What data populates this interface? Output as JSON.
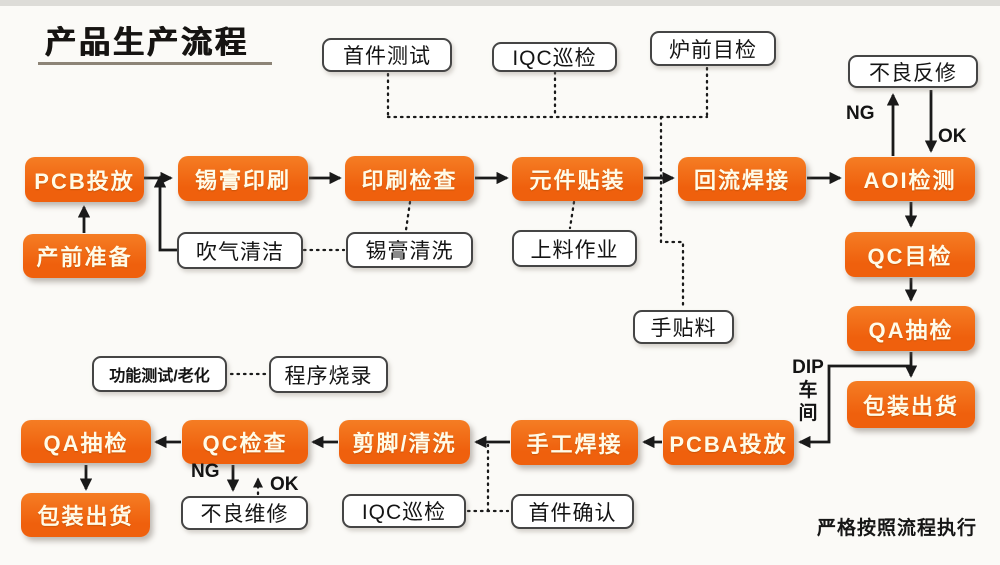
{
  "title": "产品生产流程",
  "footer": "严格按照流程执行",
  "colors": {
    "accent_orange": "#ef600d",
    "box_text_cream": "#fffbe8",
    "white_box_border": "#454545",
    "line": "#1a1a1a",
    "title_rule": "#8d8477"
  },
  "annotations": {
    "ng_top": "NG",
    "ok_top": "OK",
    "ng_bottom": "NG",
    "ok_bottom": "OK",
    "dip_workshop": [
      "DIP",
      "车",
      "间"
    ]
  },
  "nodes": {
    "pcb_feed": "PCB投放",
    "paste_print": "锡膏印刷",
    "print_check": "印刷检查",
    "comp_mount": "元件贴装",
    "reflow": "回流焊接",
    "aoi": "AOI检测",
    "pre_prod": "产前准备",
    "blow_clean": "吹气清洁",
    "paste_wash": "锡膏清洗",
    "loading": "上料作业",
    "hand_place": "手贴料",
    "first_test": "首件测试",
    "iqc_top": "IQC巡检",
    "furnace_visual": "炉前目检",
    "rework": "不良反修",
    "qc_visual": "QC目检",
    "qa_top": "QA抽检",
    "pack_top": "包装出货",
    "func_aging": "功能测试/老化",
    "prog_burn": "程序烧录",
    "pcba_feed": "PCBA投放",
    "hand_solder": "手工焊接",
    "trim_clean": "剪脚/清洗",
    "qc_check": "QC检查",
    "qa_bottom": "QA抽检",
    "pack_bottom": "包装出货",
    "bad_repair": "不良维修",
    "iqc_bottom": "IQC巡检",
    "first_confirm": "首件确认"
  }
}
